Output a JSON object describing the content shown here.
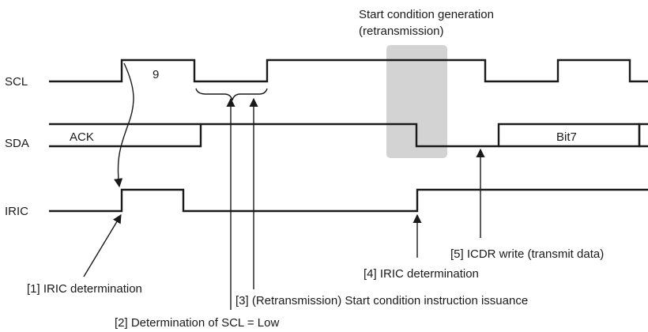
{
  "signals": {
    "scl": "SCL",
    "sda": "SDA",
    "iric": "IRIC"
  },
  "scl_clock_label": "9",
  "sda_labels": {
    "ack": "ACK",
    "bit7": "Bit7"
  },
  "start_condition_caption": {
    "line1": "Start condition generation",
    "line2": "(retransmission)"
  },
  "annotations": {
    "step1": "[1]  IRIC determination",
    "step2": "[2]  Determination of SCL = Low",
    "step3": "[3]  (Retransmission) Start condition instruction issuance",
    "step4": "[4]  IRIC determination",
    "step5": "[5]  ICDR write (transmit data)"
  },
  "colors": {
    "ink": "#1a1a1a",
    "highlight": "#d3d3d3",
    "background": "#ffffff"
  }
}
